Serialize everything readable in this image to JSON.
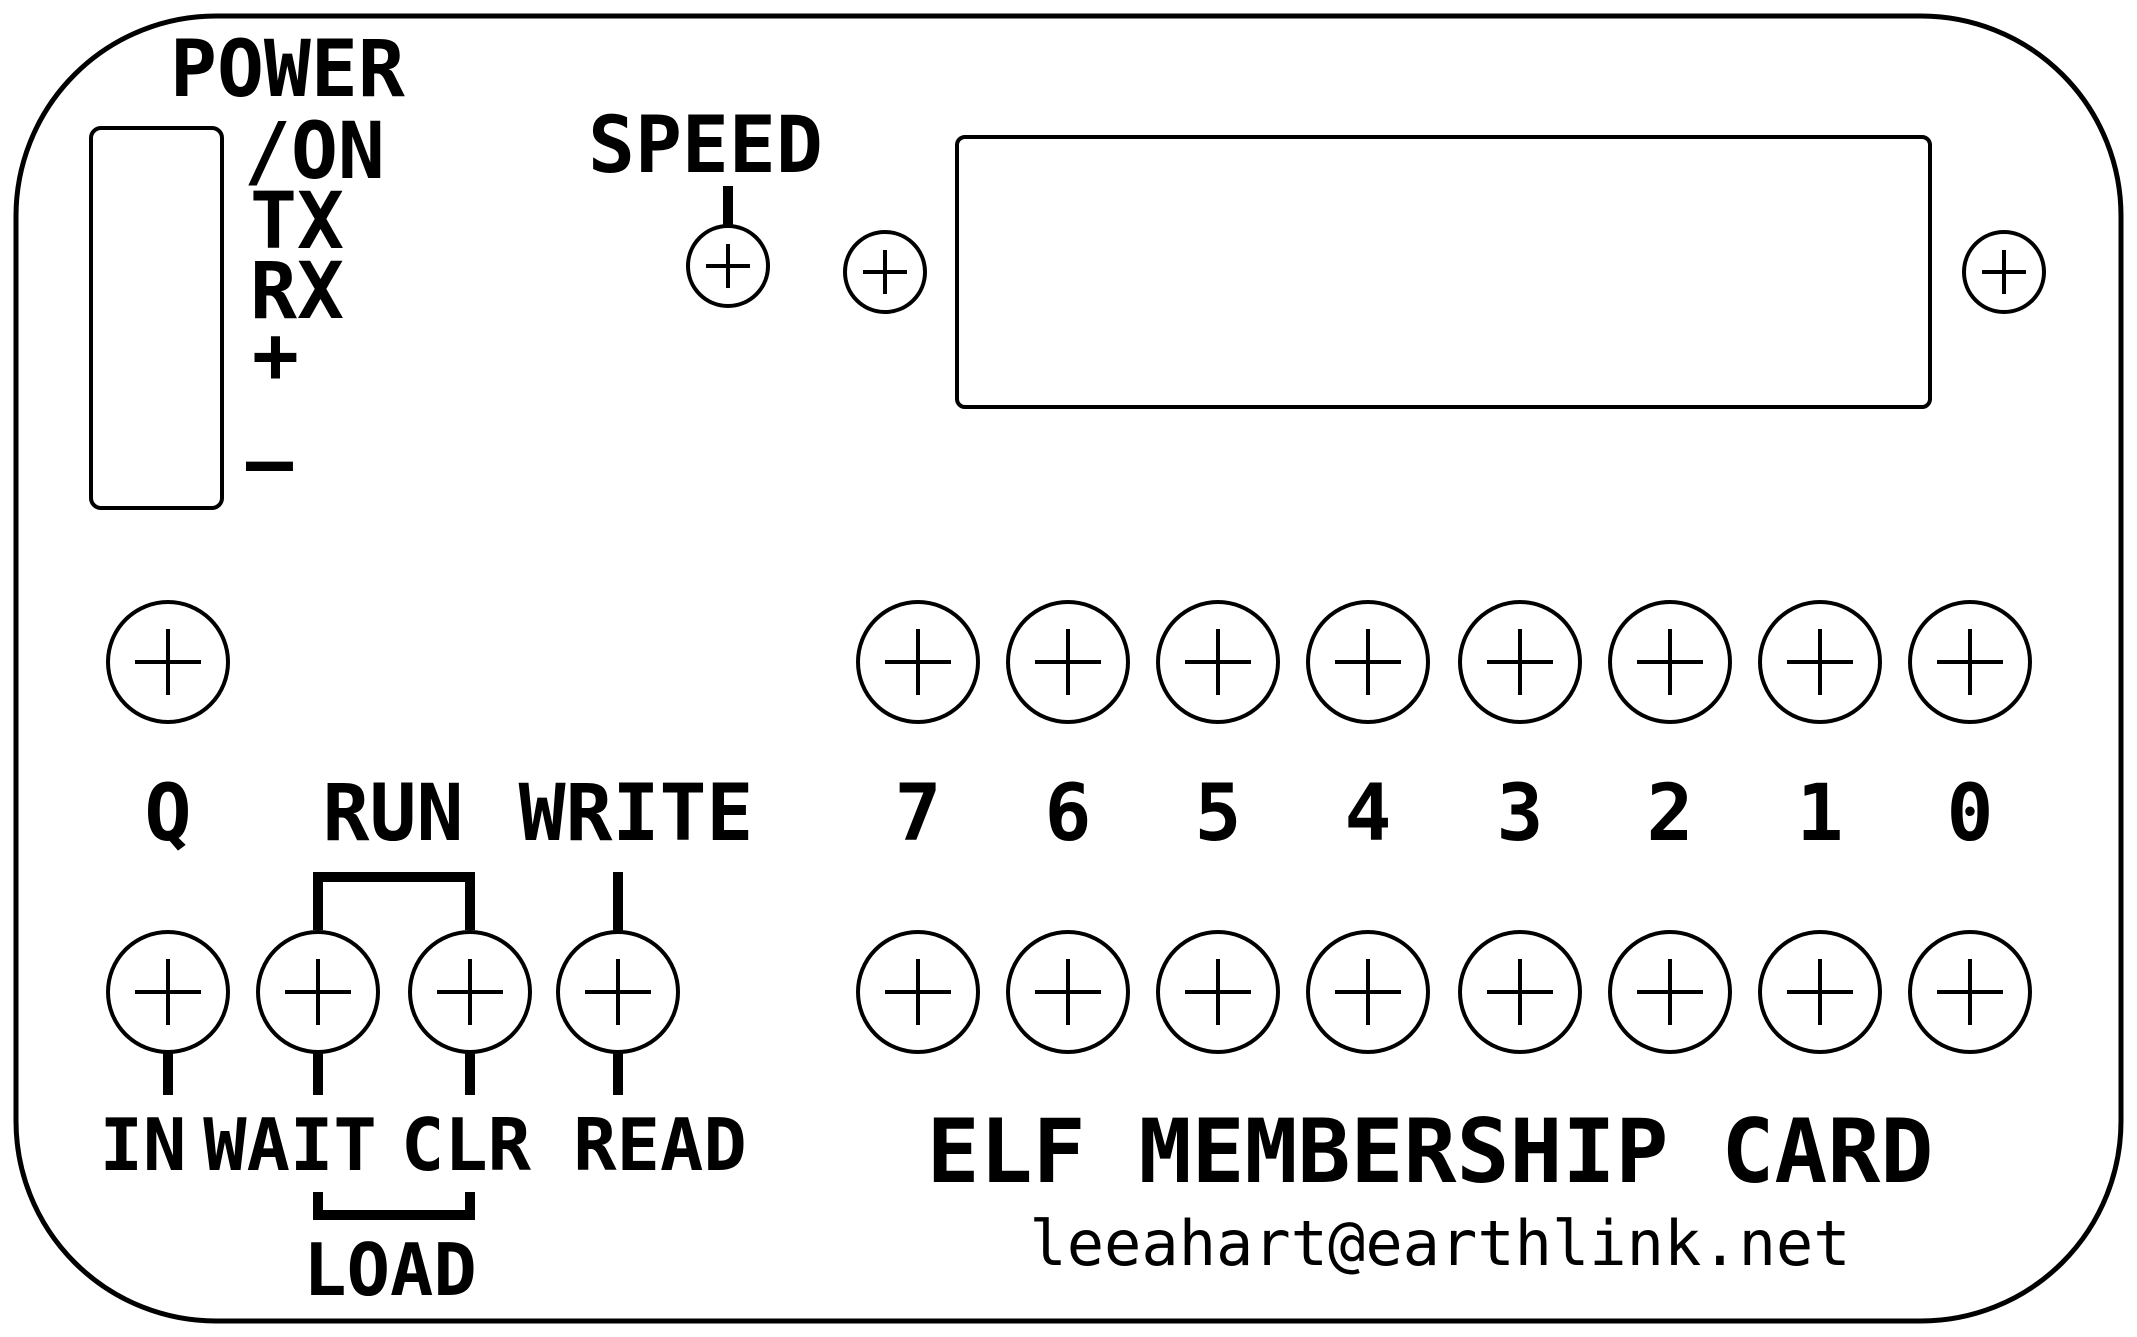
{
  "labels": {
    "power": "POWER",
    "on": "/ON",
    "tx": "TX",
    "rx": "RX",
    "plus": "+",
    "minus": "–",
    "speed": "SPEED",
    "q": "Q",
    "run": "RUN",
    "write": "WRITE",
    "in": "IN",
    "wait": "WAIT",
    "clr": "CLR",
    "read": "READ",
    "load": "LOAD",
    "bits": [
      "7",
      "6",
      "5",
      "4",
      "3",
      "2",
      "1",
      "0"
    ],
    "title": "ELF MEMBERSHIP CARD",
    "email": "leeahart@earthlink.net"
  },
  "colors": {
    "ink": "#000000",
    "paper": "#ffffff"
  },
  "icons": {
    "switch": "plus-in-circle-icon",
    "screw": "plus-in-circle-icon"
  }
}
